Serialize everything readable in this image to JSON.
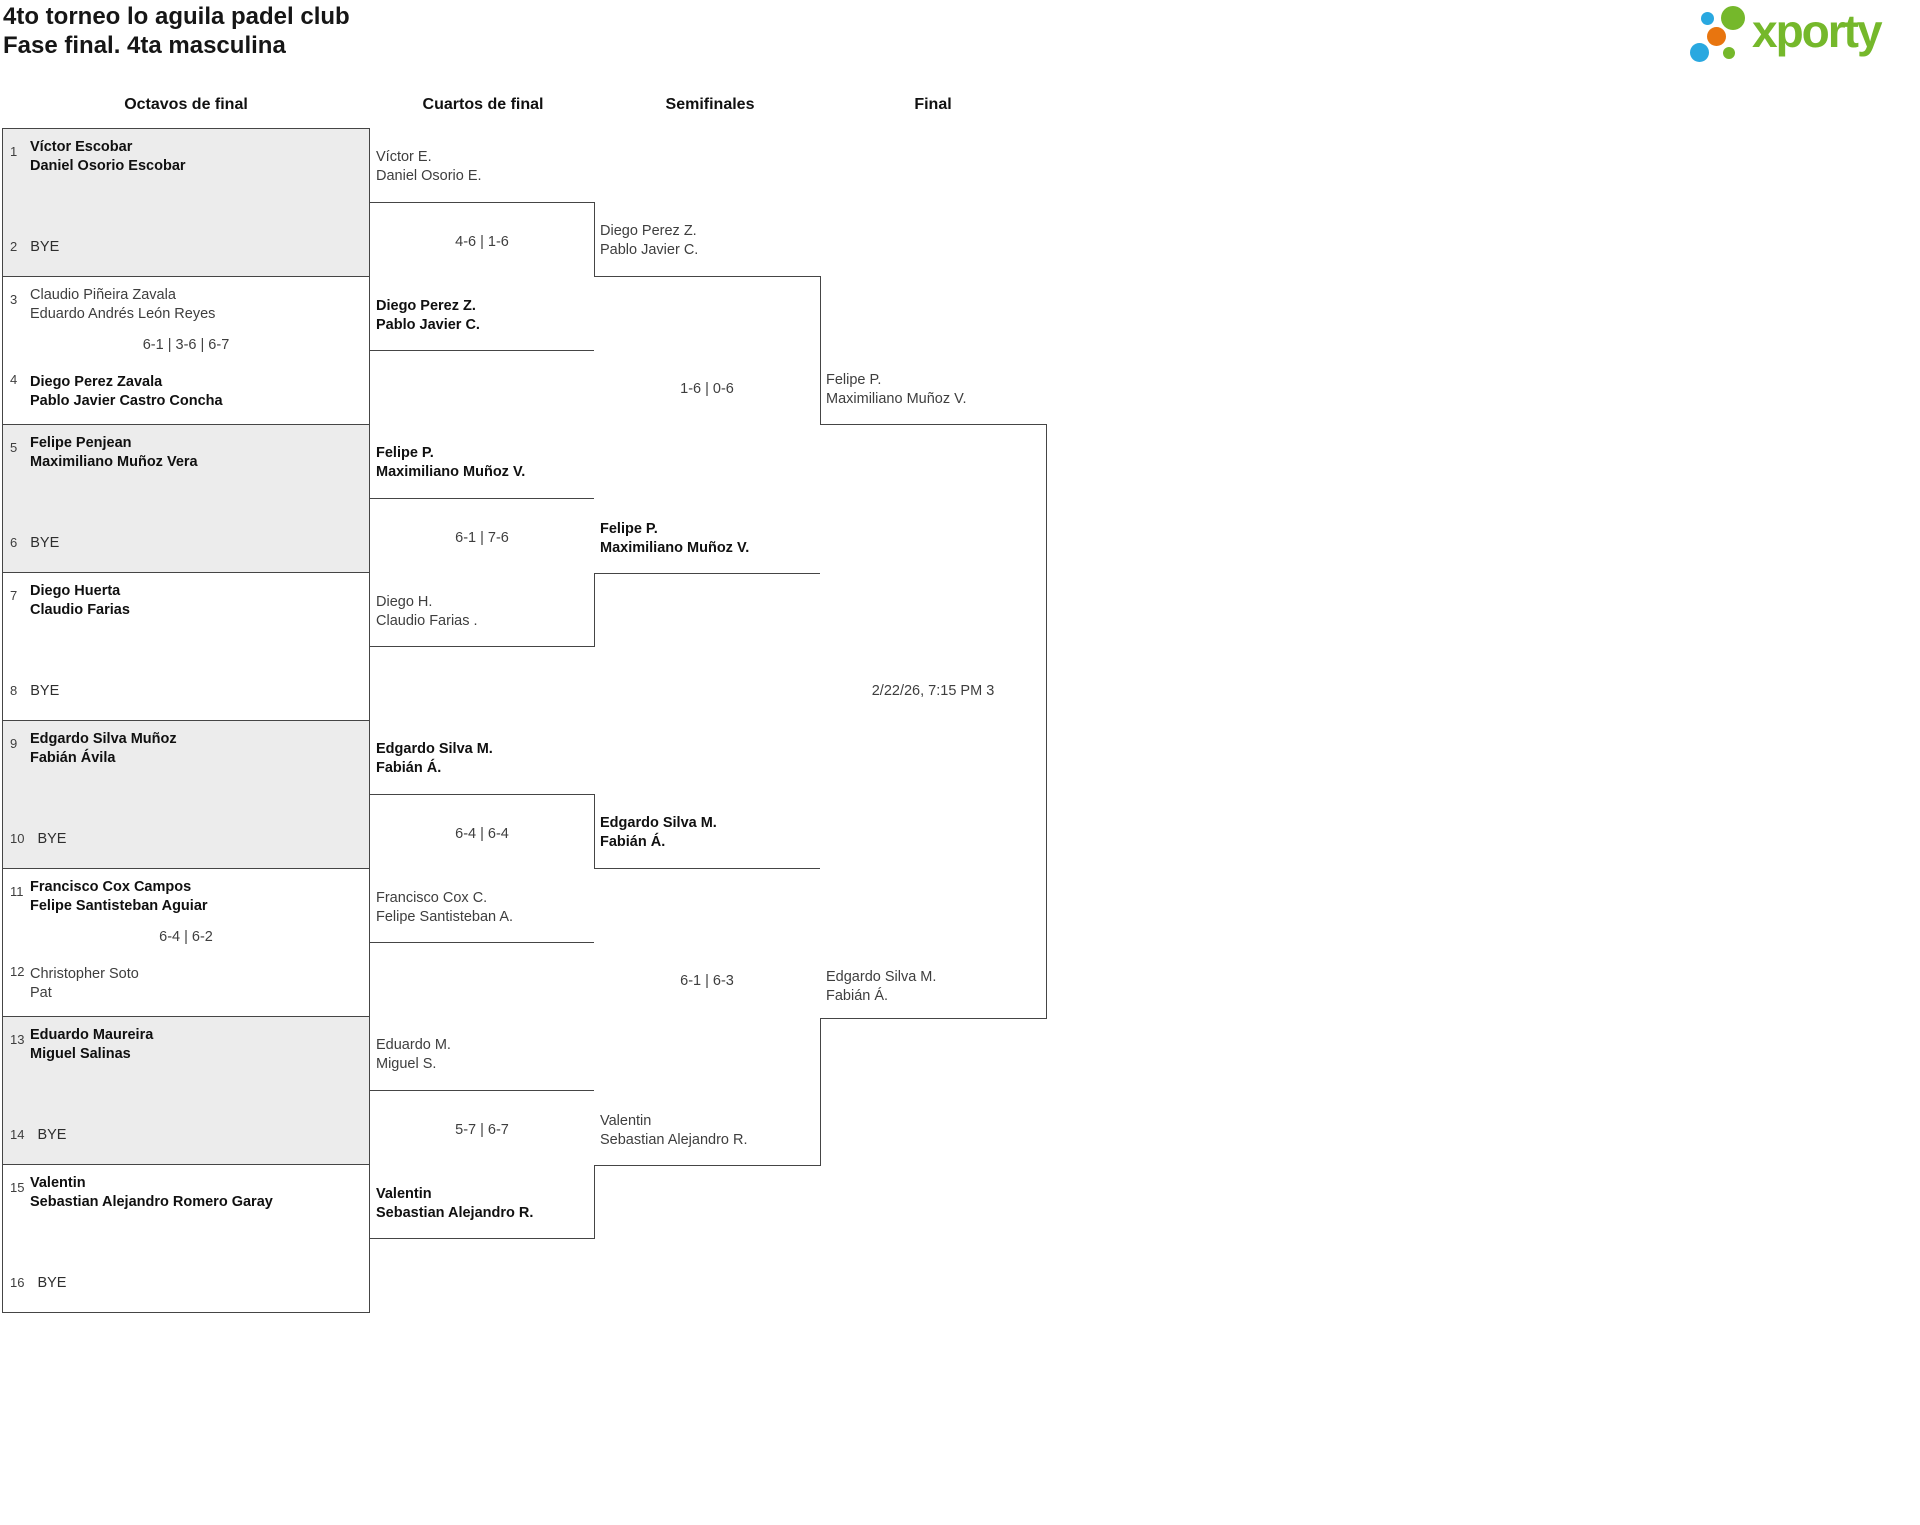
{
  "header": {
    "title_line1": "4to torneo lo aguila padel club",
    "title_line2": "Fase final. 4ta masculina",
    "logo_text": "xporty"
  },
  "colors": {
    "logo_green": "#75b82b",
    "logo_blue": "#29a8e0",
    "logo_orange": "#e8750f",
    "bye_box_fill": "#ececec",
    "line": "#454545"
  },
  "rounds": [
    {
      "label": "Octavos de final"
    },
    {
      "label": "Cuartos de final"
    },
    {
      "label": "Semifinales"
    },
    {
      "label": "Final"
    }
  ],
  "bracket": {
    "round_of_16": [
      {
        "seed_a": "1",
        "team_a": [
          "Víctor Escobar",
          "Daniel Osorio Escobar"
        ],
        "seed_b": "2",
        "team_b": [
          "BYE",
          ""
        ],
        "score": ""
      },
      {
        "seed_a": "3",
        "team_a": [
          "Claudio Piñeira Zavala",
          "Eduardo Andrés León Reyes"
        ],
        "seed_b": "4",
        "team_b": [
          "Diego Perez Zavala",
          "Pablo Javier Castro Concha"
        ],
        "score": "6-1 | 3-6 | 6-7"
      },
      {
        "seed_a": "5",
        "team_a": [
          "Felipe Penjean",
          "Maximiliano Muñoz Vera"
        ],
        "seed_b": "6",
        "team_b": [
          "BYE",
          ""
        ],
        "score": ""
      },
      {
        "seed_a": "7",
        "team_a": [
          "Diego Huerta",
          "Claudio Farias"
        ],
        "seed_b": "8",
        "team_b": [
          "BYE",
          ""
        ],
        "score": ""
      },
      {
        "seed_a": "9",
        "team_a": [
          "Edgardo Silva Muñoz",
          "Fabián Ávila"
        ],
        "seed_b": "10",
        "team_b": [
          "BYE",
          ""
        ],
        "score": ""
      },
      {
        "seed_a": "11",
        "team_a": [
          "Francisco Cox Campos",
          "Felipe Santisteban Aguiar"
        ],
        "seed_b": "12",
        "team_b": [
          "Christopher Soto",
          "Pat"
        ],
        "score": "6-4 | 6-2"
      },
      {
        "seed_a": "13",
        "team_a": [
          "Eduardo Maureira",
          "Miguel Salinas"
        ],
        "seed_b": "14",
        "team_b": [
          "BYE",
          ""
        ],
        "score": ""
      },
      {
        "seed_a": "15",
        "team_a": [
          "Valentin",
          "Sebastian Alejandro Romero Garay"
        ],
        "seed_b": "16",
        "team_b": [
          "BYE",
          ""
        ],
        "score": ""
      }
    ],
    "quarterfinals": [
      {
        "team_a": [
          "Víctor E.",
          "Daniel Osorio E."
        ],
        "team_b": [
          "Diego Perez Z.",
          "Pablo Javier C."
        ],
        "score": "4-6 | 1-6"
      },
      {
        "team_a": [
          "Felipe P.",
          "Maximiliano Muñoz V."
        ],
        "team_b": [
          "Diego H.",
          "Claudio Farias ."
        ],
        "score": "6-1 | 7-6"
      },
      {
        "team_a": [
          "Edgardo Silva M.",
          "Fabián Á."
        ],
        "team_b": [
          "Francisco Cox C.",
          "Felipe Santisteban A."
        ],
        "score": "6-4 | 6-4"
      },
      {
        "team_a": [
          "Eduardo M.",
          "Miguel S."
        ],
        "team_b": [
          "Valentin",
          "Sebastian Alejandro R."
        ],
        "score": "5-7 | 6-7"
      }
    ],
    "semifinals": [
      {
        "team_a": [
          "Diego Perez Z.",
          "Pablo Javier C."
        ],
        "team_b": [
          "Felipe P.",
          "Maximiliano Muñoz V."
        ],
        "score": "1-6 | 0-6"
      },
      {
        "team_a": [
          "Edgardo Silva M.",
          "Fabián Á."
        ],
        "team_b": [
          "Valentin",
          "Sebastian Alejandro R."
        ],
        "score": "6-1 | 6-3"
      }
    ],
    "final": {
      "team_a": [
        "Felipe P.",
        "Maximiliano Muñoz V."
      ],
      "team_b": [
        "Edgardo Silva M.",
        "Fabián Á."
      ],
      "schedule": "2/22/26, 7:15 PM 3"
    }
  }
}
